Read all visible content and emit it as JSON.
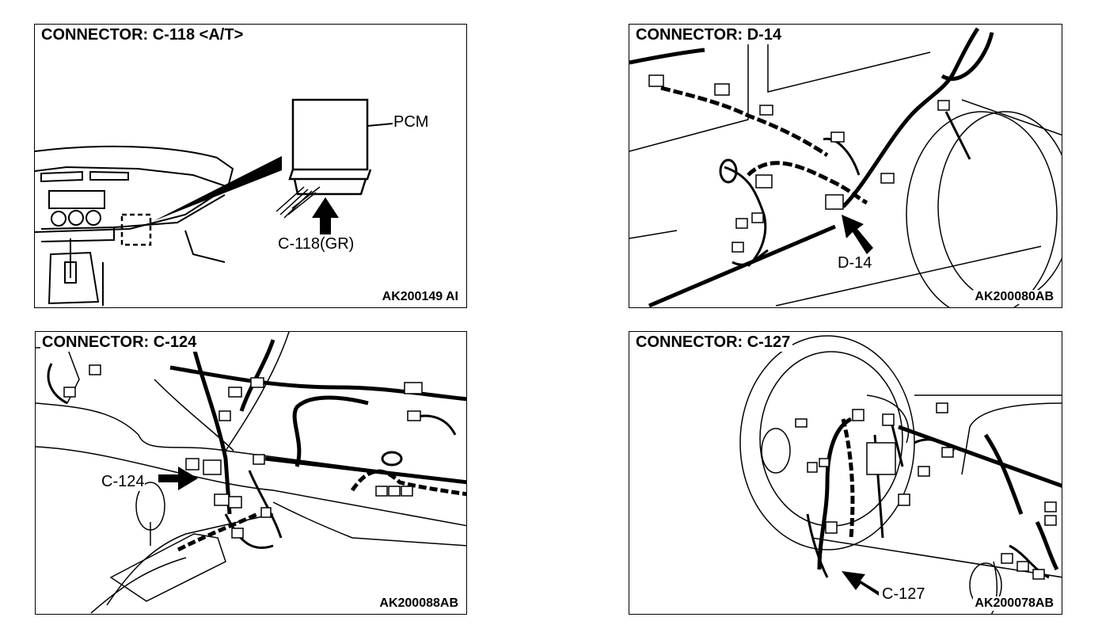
{
  "panels": [
    {
      "id": "c118",
      "title": "CONNECTOR: C-118 <A/T>",
      "code": "AK200149 AI",
      "labels": {
        "pcm": "PCM",
        "connector": "C-118(GR)"
      }
    },
    {
      "id": "d14",
      "title": "CONNECTOR: D-14",
      "code": "AK200080AB",
      "labels": {
        "connector": "D-14"
      }
    },
    {
      "id": "c124",
      "title": "CONNECTOR: C-124",
      "code": "AK200088AB",
      "labels": {
        "connector": "C-124"
      }
    },
    {
      "id": "c127",
      "title": "CONNECTOR: C-127",
      "code": "AK200078AB",
      "labels": {
        "connector": "C-127"
      }
    }
  ],
  "colors": {
    "line": "#000000",
    "background": "#ffffff"
  }
}
